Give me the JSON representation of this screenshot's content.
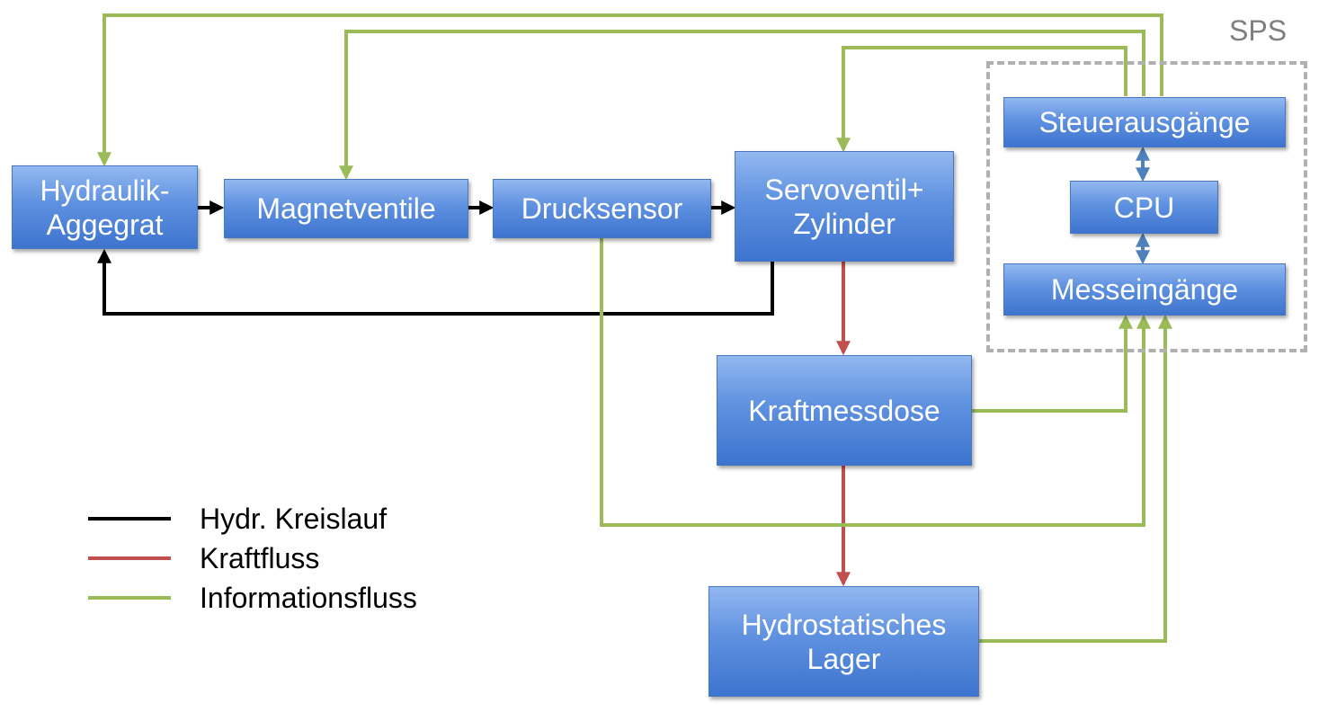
{
  "sps": {
    "label": "SPS"
  },
  "boxes": {
    "hydraulik": "Hydraulik-\nAggegrat",
    "magnetventile": "Magnetventile",
    "drucksensor": "Drucksensor",
    "servoventil": "Servoventil+\nZylinder",
    "kraftmessdose": "Kraftmessdose",
    "lager": "Hydrostatisches\nLager",
    "steuerausgaenge": "Steuerausgänge",
    "cpu": "CPU",
    "messeingaenge": "Messeingänge"
  },
  "legend": [
    {
      "label": "Hydr. Kreislauf",
      "color": "#000000"
    },
    {
      "label": "Kraftfluss",
      "color": "#c0504d"
    },
    {
      "label": "Informationsfluss",
      "color": "#9bbb59"
    }
  ],
  "colors": {
    "hydraulic": "#000000",
    "force": "#c0504d",
    "info": "#9bbb59",
    "bus": "#4f81bd"
  }
}
